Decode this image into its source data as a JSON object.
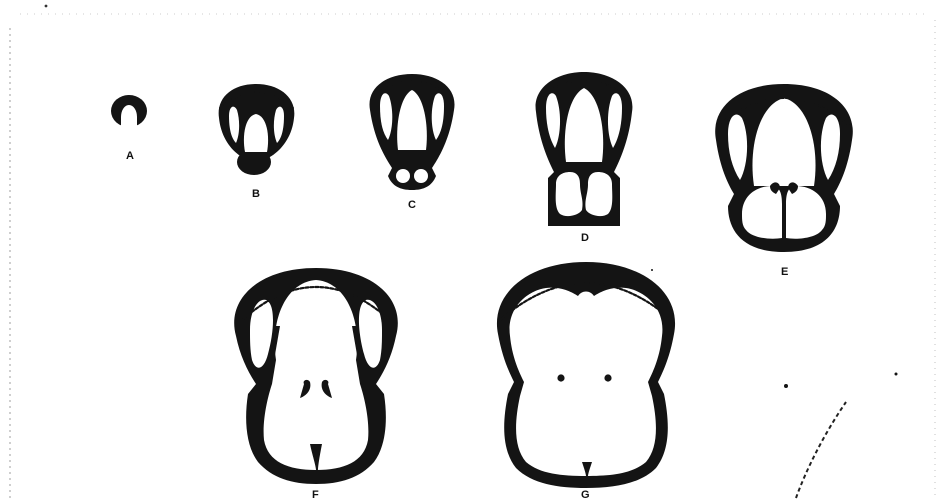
{
  "figure": {
    "ink_color": "#141414",
    "paper_color": "#ffffff",
    "stages": [
      {
        "id": "A",
        "label": "A"
      },
      {
        "id": "B",
        "label": "B"
      },
      {
        "id": "C",
        "label": "C"
      },
      {
        "id": "D",
        "label": "D"
      },
      {
        "id": "E",
        "label": "E"
      },
      {
        "id": "F",
        "label": "F"
      },
      {
        "id": "G",
        "label": "G"
      }
    ]
  }
}
